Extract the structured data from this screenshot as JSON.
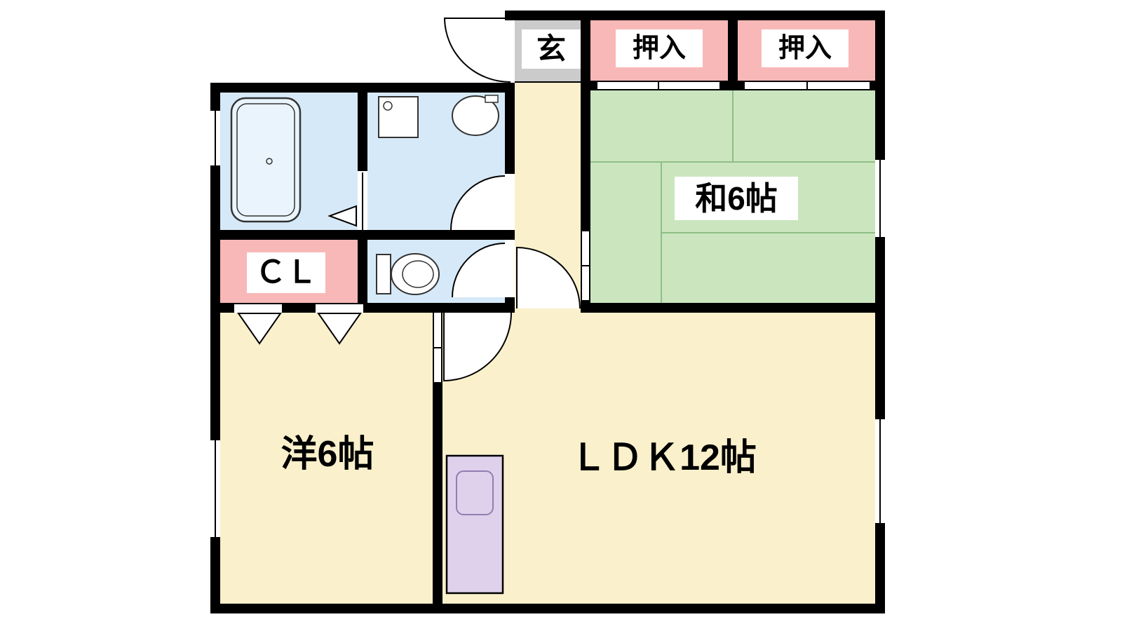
{
  "meta": {
    "type": "apartment-floor-plan"
  },
  "colors": {
    "wall": "#000000",
    "cream": "#FAF0CB",
    "green": "#CBE6BF",
    "green_line": "#8FBE86",
    "pink": "#F9B8B8",
    "blue": "#D6E9F8",
    "gray": "#CBCBCB",
    "purple": "#DFD0EC",
    "stroke": "#333333"
  },
  "rooms": {
    "entrance": {
      "label": "玄"
    },
    "oshiire_left": {
      "label": "押入"
    },
    "oshiire_right": {
      "label": "押入"
    },
    "japanese_room": {
      "label": "和6帖"
    },
    "closet": {
      "label": "ＣＬ"
    },
    "western_room": {
      "label": "洋6帖"
    },
    "ldk": {
      "label": "ＬＤＫ12帖"
    }
  }
}
